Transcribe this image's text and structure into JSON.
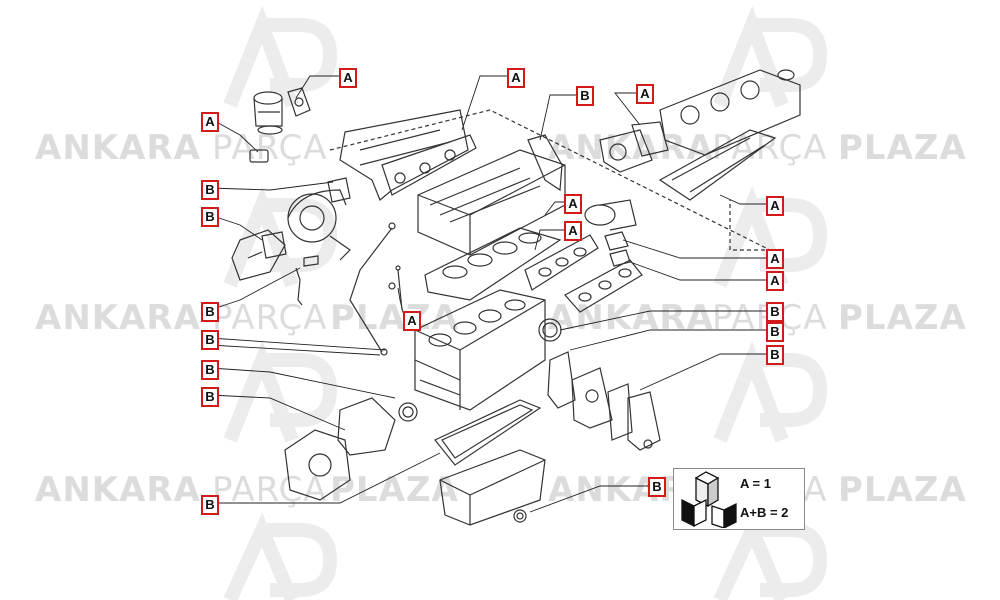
{
  "watermark": {
    "brand_1": "ANKARA",
    "brand_2": "PARÇA",
    "brand_3": "PLAZA"
  },
  "callouts": [
    {
      "id": "c1",
      "label": "A"
    },
    {
      "id": "c2",
      "label": "A"
    },
    {
      "id": "c3",
      "label": "B"
    },
    {
      "id": "c4",
      "label": "B"
    },
    {
      "id": "c5",
      "label": "B"
    },
    {
      "id": "c6",
      "label": "B"
    },
    {
      "id": "c7",
      "label": "B"
    },
    {
      "id": "c8",
      "label": "B"
    },
    {
      "id": "c9",
      "label": "B"
    },
    {
      "id": "c10",
      "label": "A"
    },
    {
      "id": "c11",
      "label": "B"
    },
    {
      "id": "c12",
      "label": "A"
    },
    {
      "id": "c13",
      "label": "A"
    },
    {
      "id": "c14",
      "label": "A"
    },
    {
      "id": "c15",
      "label": "A"
    },
    {
      "id": "c16",
      "label": "A"
    },
    {
      "id": "c17",
      "label": "A"
    },
    {
      "id": "c18",
      "label": "B"
    },
    {
      "id": "c19",
      "label": "B"
    },
    {
      "id": "c20",
      "label": "B"
    },
    {
      "id": "c21",
      "label": "B"
    }
  ],
  "legend": {
    "line1": "A = 1",
    "line2": "A+B = 2"
  },
  "colors": {
    "callout_border": "#d21a1a",
    "watermark": "#dcdcdc",
    "line_art": "#333333"
  }
}
